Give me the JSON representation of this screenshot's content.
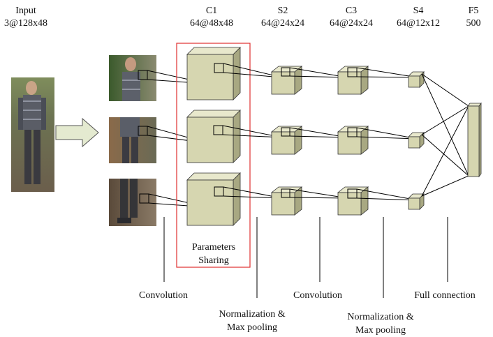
{
  "headers": [
    {
      "title": "Input",
      "dims": "3@128x48"
    },
    {
      "title": "C1",
      "dims": "64@48x48"
    },
    {
      "title": "S2",
      "dims": "64@24x24"
    },
    {
      "title": "C3",
      "dims": "64@24x24"
    },
    {
      "title": "S4",
      "dims": "64@12x12"
    },
    {
      "title": "F5",
      "dims": "500"
    }
  ],
  "sharing_label": [
    "Parameters",
    "Sharing"
  ],
  "stage_labels": {
    "conv1": "Convolution",
    "norm1": [
      "Normalization &",
      "Max pooling"
    ],
    "conv2": "Convolution",
    "norm2": [
      "Normalization &",
      "Max pooling"
    ],
    "fc": "Full connection"
  },
  "colors": {
    "cube_front": "#d6d6b0",
    "cube_top": "#e8e8cc",
    "cube_side": "#a8a882",
    "sharing_box": "#e03030",
    "arrow_fill": "#e4ead0"
  }
}
